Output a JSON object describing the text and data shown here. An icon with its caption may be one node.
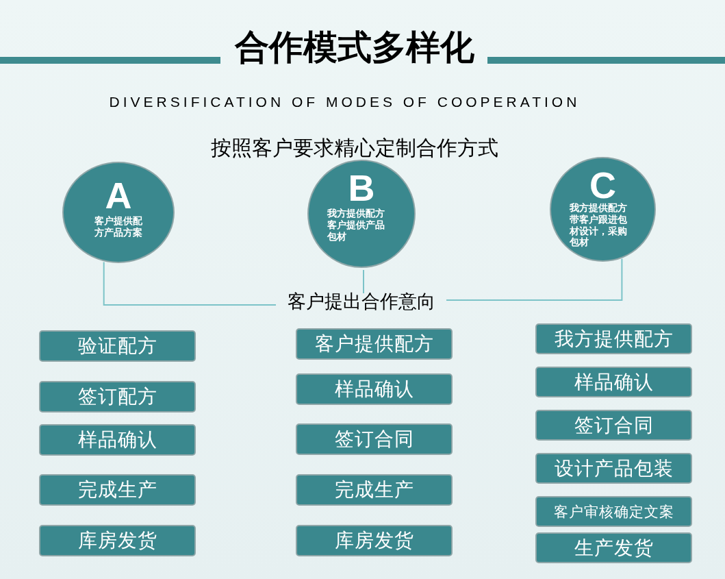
{
  "diagram": {
    "title": "合作模式多样化",
    "nodes": [
      {
        "text": [
          "A",
          "客户提供配方产品方案"
        ]
      },
      {
        "text": [
          "B",
          "我方提供配方客户提供产品包材"
        ]
      },
      {
        "text": [
          "C",
          "我方提供配方带客户跟进包材设计，采购包材"
        ]
      },
      {
        "text": [
          "客户提出合作意向"
        ]
      },
      {
        "text": [
          "验证配方"
        ]
      },
      {
        "text": [
          "签订配方"
        ]
      },
      {
        "text": [
          "样品确认"
        ]
      },
      {
        "text": [
          "完成生产"
        ]
      },
      {
        "text": [
          "库房发货"
        ]
      },
      {
        "text": [
          "客户提供配方"
        ]
      },
      {
        "text": [
          "样品确认"
        ]
      },
      {
        "text": [
          "签订合同"
        ]
      },
      {
        "text": [
          "完成生产"
        ]
      },
      {
        "text": [
          "库房发货"
        ]
      },
      {
        "text": [
          "我方提供配方"
        ]
      },
      {
        "text": [
          "样品确认"
        ]
      },
      {
        "text": [
          "签订合同"
        ]
      },
      {
        "text": [
          "设计产品包装"
        ]
      },
      {
        "text": [
          "客户审核确定文案"
        ]
      },
      {
        "text": [
          "生产发货"
        ]
      }
    ],
    "edges": [
      {
        "from": 0,
        "to": 3,
        "arrow": "none"
      },
      {
        "from": 1,
        "to": 3,
        "arrow": "none"
      },
      {
        "from": 2,
        "to": 3,
        "arrow": "none"
      }
    ],
    "labels": [
      "DIVERSIFICATION OF MODES OF COOPERATION",
      "按照客户要求精心定制合作方式"
    ]
  }
}
